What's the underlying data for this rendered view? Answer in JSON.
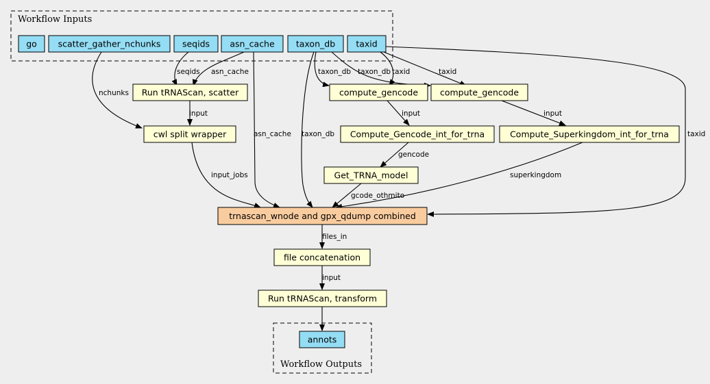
{
  "clusters": {
    "inputs_title": "Workflow Inputs",
    "outputs_title": "Workflow Outputs"
  },
  "inputs": {
    "go": "go",
    "scatter_gather_nchunks": "scatter_gather_nchunks",
    "seqids": "seqids",
    "asn_cache": "asn_cache",
    "taxon_db": "taxon_db",
    "taxid": "taxid"
  },
  "steps": {
    "run_trnascan_scatter": "Run tRNAScan, scatter",
    "compute_gencode_1": "compute_gencode",
    "compute_gencode_2": "compute_gencode",
    "cwl_split_wrapper": "cwl split wrapper",
    "compute_gencode_int": "Compute_Gencode_int_for_trna",
    "compute_superkingdom_int": "Compute_Superkingdom_int_for_trna",
    "get_trna_model": "Get_TRNA_model",
    "trnascan_combined": "trnascan_wnode and gpx_qdump combined",
    "file_concatenation": "file concatenation",
    "run_trnascan_transform": "Run tRNAScan, transform"
  },
  "outputs": {
    "annots": "annots"
  },
  "edge_labels": {
    "seqids": "seqids",
    "asn_cache_scatter": "asn_cache",
    "taxon_db_1": "taxon_db",
    "taxon_db_2": "taxon_db",
    "taxid_1": "taxid",
    "taxid_2": "taxid",
    "nchunks": "nchunks",
    "input_split": "input",
    "input_gencode_int": "input",
    "input_superkingdom": "input",
    "asn_cache_combined": "asn_cache",
    "taxon_db_combined": "taxon_db",
    "taxid_combined": "taxid",
    "gencode": "gencode",
    "superkingdom": "superkingdom",
    "input_jobs": "input_jobs",
    "gcode_othmito": "gcode_othmito",
    "files_in": "files_in",
    "input_transform": "input"
  }
}
